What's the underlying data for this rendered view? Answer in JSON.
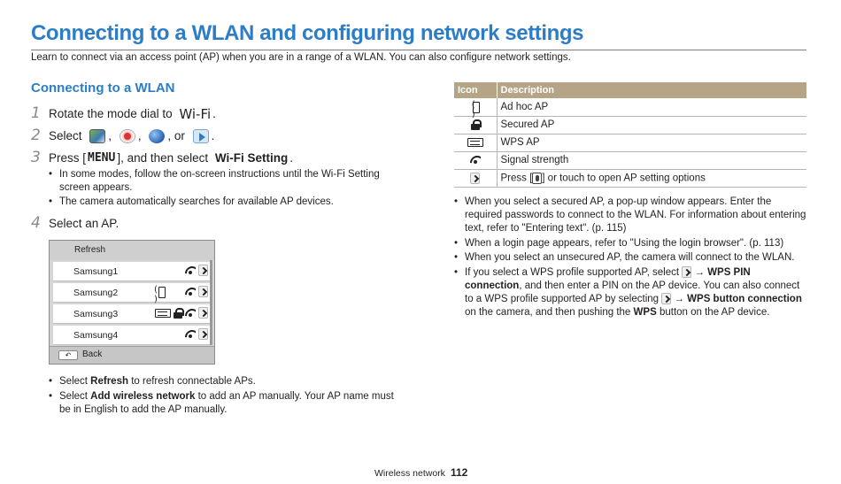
{
  "title": "Connecting to a WLAN and configuring network settings",
  "intro": "Learn to connect via an access point (AP) when you are in a range of a WLAN. You can also configure network settings.",
  "section_heading": "Connecting to a WLAN",
  "steps": [
    {
      "num": "1",
      "text_before": "Rotate the mode dial to",
      "mode_label": "Wi-Fi",
      "text_after": "."
    },
    {
      "num": "2",
      "text_before": "Select",
      "sep1": ",",
      "sep2": ",",
      "sep3": ", or",
      "text_after": "."
    },
    {
      "num": "3",
      "text_before": "Press [",
      "menu_label": "MENU",
      "text_mid": "], and then select",
      "bold_text": "Wi-Fi Setting",
      "text_after": "."
    },
    {
      "num": "4",
      "text": "Select an AP."
    }
  ],
  "step3_notes": [
    "In some modes, follow the on-screen instructions until the Wi-Fi Setting screen appears.",
    "The camera automatically searches for available AP devices."
  ],
  "screen": {
    "top_label": "Refresh",
    "rows": [
      {
        "name": "Samsung1"
      },
      {
        "name": "Samsung2"
      },
      {
        "name": "Samsung3"
      },
      {
        "name": "Samsung4"
      }
    ],
    "back_label": "Back"
  },
  "bottom_bullets": [
    {
      "before": "Select",
      "bold": "Refresh",
      "after": "to refresh connectable APs."
    },
    {
      "before": "Select",
      "bold": "Add wireless network",
      "after": "to add an AP manually. Your AP name must be in English to add the AP manually."
    }
  ],
  "icon_table": {
    "headers": [
      "Icon",
      "Description"
    ],
    "rows": [
      {
        "icon": "adhoc-icon",
        "description": "Ad hoc AP"
      },
      {
        "icon": "lock-icon",
        "description": "Secured AP"
      },
      {
        "icon": "wps-icon",
        "description": "WPS AP"
      },
      {
        "icon": "wifi-signal-icon",
        "description": "Signal strength"
      },
      {
        "icon": "chevron-right-icon",
        "description_before": "Press [",
        "description_after": "] or touch to open AP setting options"
      }
    ]
  },
  "right_bullets": [
    {
      "text": "When you select a secured AP, a pop-up window appears. Enter the required passwords to connect to the WLAN. For information about entering text, refer to \"Entering text\". (p. 115)"
    },
    {
      "text": "When a login page appears, refer to \"Using the login browser\". (p. 113)"
    },
    {
      "text": "When you select an unsecured AP, the camera will connect to the WLAN."
    },
    {
      "part1": "If you select a WPS profile supported AP, select",
      "arrow1": "→",
      "bold1": "WPS PIN connection",
      "part2": ", and then enter a PIN on the AP device. You can also connect to a WPS profile supported AP by selecting",
      "arrow2": "→",
      "bold2": "WPS button connection",
      "part3": "on the camera, and then pushing the",
      "bold3": "WPS",
      "part4": "button on the AP device."
    }
  ],
  "footer": {
    "section": "Wireless network",
    "page": "112"
  },
  "colors": {
    "heading_blue": "#2d7dc6",
    "table_header": "#b5a586"
  }
}
